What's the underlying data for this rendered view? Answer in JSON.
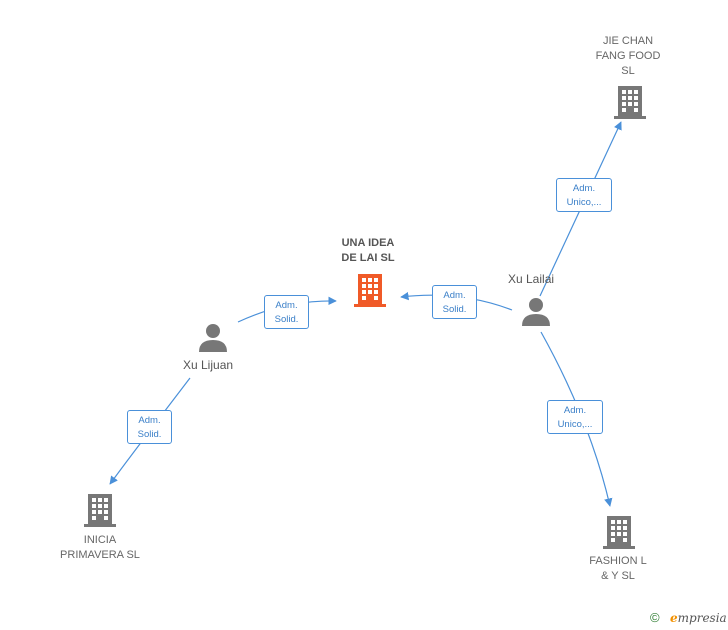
{
  "nodes": {
    "center": {
      "label": "UNA IDEA\nDE LAI  SL",
      "color": "#f05a28"
    },
    "jie_chan": {
      "label": "JIE CHAN\nFANG FOOD\nSL"
    },
    "inicia": {
      "label": "INICIA\nPRIMAVERA  SL"
    },
    "fashion": {
      "label": "FASHION L\n& Y SL"
    }
  },
  "people": {
    "xu_lijuan": {
      "label": "Xu Lijuan"
    },
    "xu_lailai": {
      "label": "Xu Lailai"
    }
  },
  "relations": {
    "lijuan_center": "Adm.\nSolid.",
    "lijuan_inicia": "Adm.\nSolid.",
    "lailai_center": "Adm.\nSolid.",
    "lailai_jie": "Adm.\nUnico,...",
    "lailai_fashion": "Adm.\nUnico,..."
  },
  "footer": {
    "copyright": "©",
    "brand_first": "e",
    "brand_rest": "mpresia"
  },
  "colors": {
    "edge": "#4a90d9",
    "building": "#777777",
    "person": "#777777",
    "center_building": "#f05a28"
  }
}
